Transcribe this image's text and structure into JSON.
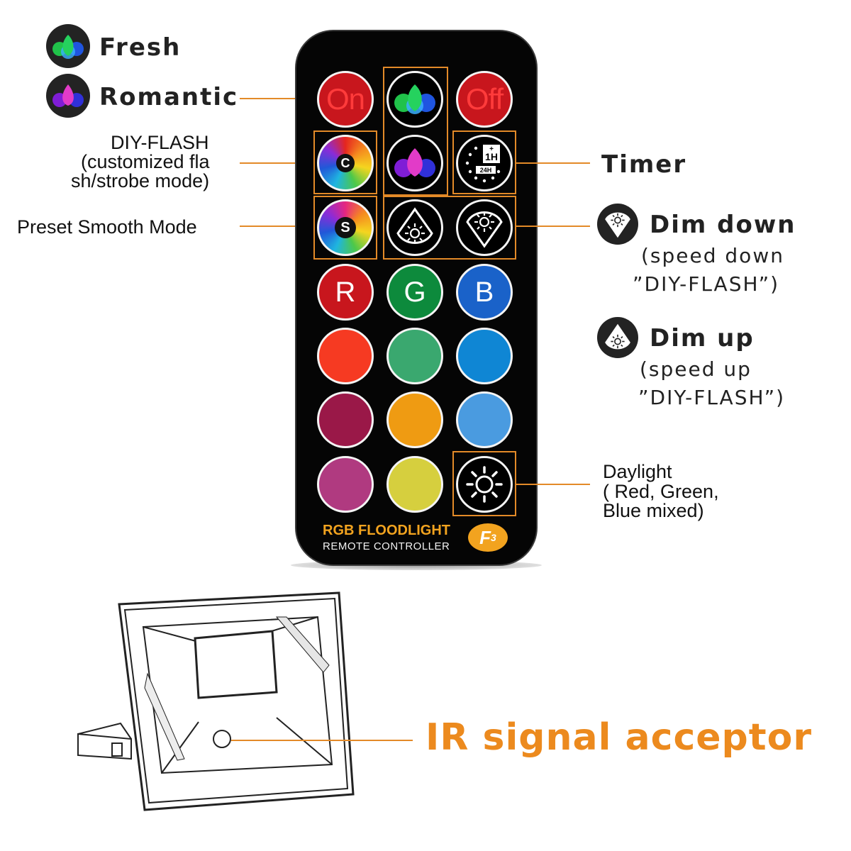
{
  "remote": {
    "buttons": {
      "on": "On",
      "off": "Off",
      "diy": "C",
      "preset": "S",
      "r": "R",
      "g": "G",
      "b": "B",
      "timer_top": "1H",
      "timer_bottom": "24H"
    },
    "colors": {
      "red": "#c8161d",
      "green": "#0d8a3c",
      "blue": "#1a62c9",
      "row4": [
        "#f63a22",
        "#3aa86f",
        "#0f86d4"
      ],
      "row5": [
        "#9a1848",
        "#ef9b12",
        "#4a9be0"
      ],
      "row6": [
        "#b03a80",
        "#d6cf3e"
      ]
    },
    "brand_title": "RGB FLOODLIGHT",
    "brand_subtitle": "REMOTE CONTROLLER",
    "model": "F",
    "model_sub": "3"
  },
  "labels": {
    "fresh": "Fresh",
    "romantic": "Romantic",
    "diy_line1": "DIY-FLASH",
    "diy_line2": "(customized fla",
    "diy_line3": "sh/strobe mode)",
    "preset": "Preset  Smooth Mode",
    "timer": "Timer",
    "dim_down": "Dim down",
    "dim_down_sub1": "(speed down",
    "dim_down_sub2": "”DIY-FLASH”)",
    "dim_up": "Dim up",
    "dim_up_sub1": "(speed up",
    "dim_up_sub2": "”DIY-FLASH”)",
    "daylight1": "Daylight",
    "daylight2": "( Red, Green,",
    "daylight3": "Blue mixed)",
    "ir": "IR signal acceptor"
  },
  "accent_color": "#e38a28"
}
